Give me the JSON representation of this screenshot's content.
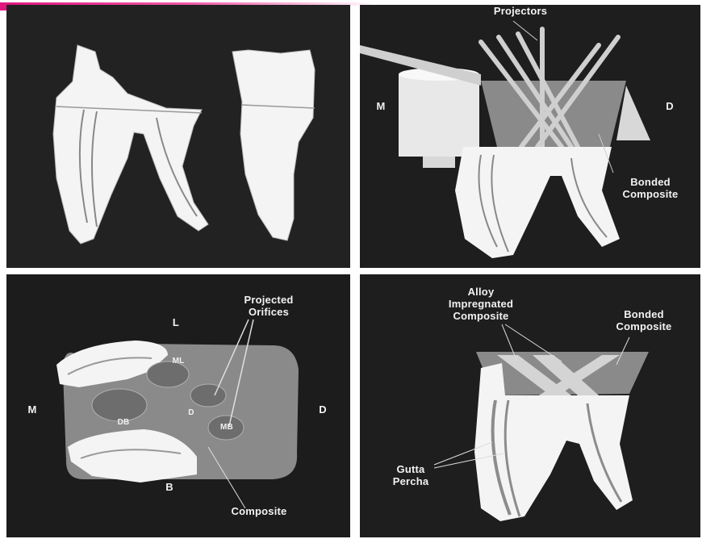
{
  "colors": {
    "background": "#1c1c1c",
    "tooth": "#f4f4f4",
    "composite": "#8a8a8a",
    "top_bar_gradient": [
      "#e0157e",
      "#f05aa8"
    ]
  },
  "panels": {
    "top_right": {
      "projectors": "Projectors",
      "mesial": "M",
      "distal": "D",
      "bonded_composite": "Bonded\nComposite"
    },
    "bottom_left": {
      "projected_orifices": "Projected\nOrifices",
      "lingual": "L",
      "mesial": "M",
      "distal": "D",
      "buccal": "B",
      "canal_ml": "ML",
      "canal_mb": "MB",
      "canal_d": "D",
      "canal_db": "DB",
      "composite": "Composite"
    },
    "bottom_right": {
      "alloy_composite": "Alloy\nImpregnated\nComposite",
      "bonded_composite": "Bonded\nComposite",
      "gutta_percha": "Gutta\nPercha"
    }
  }
}
